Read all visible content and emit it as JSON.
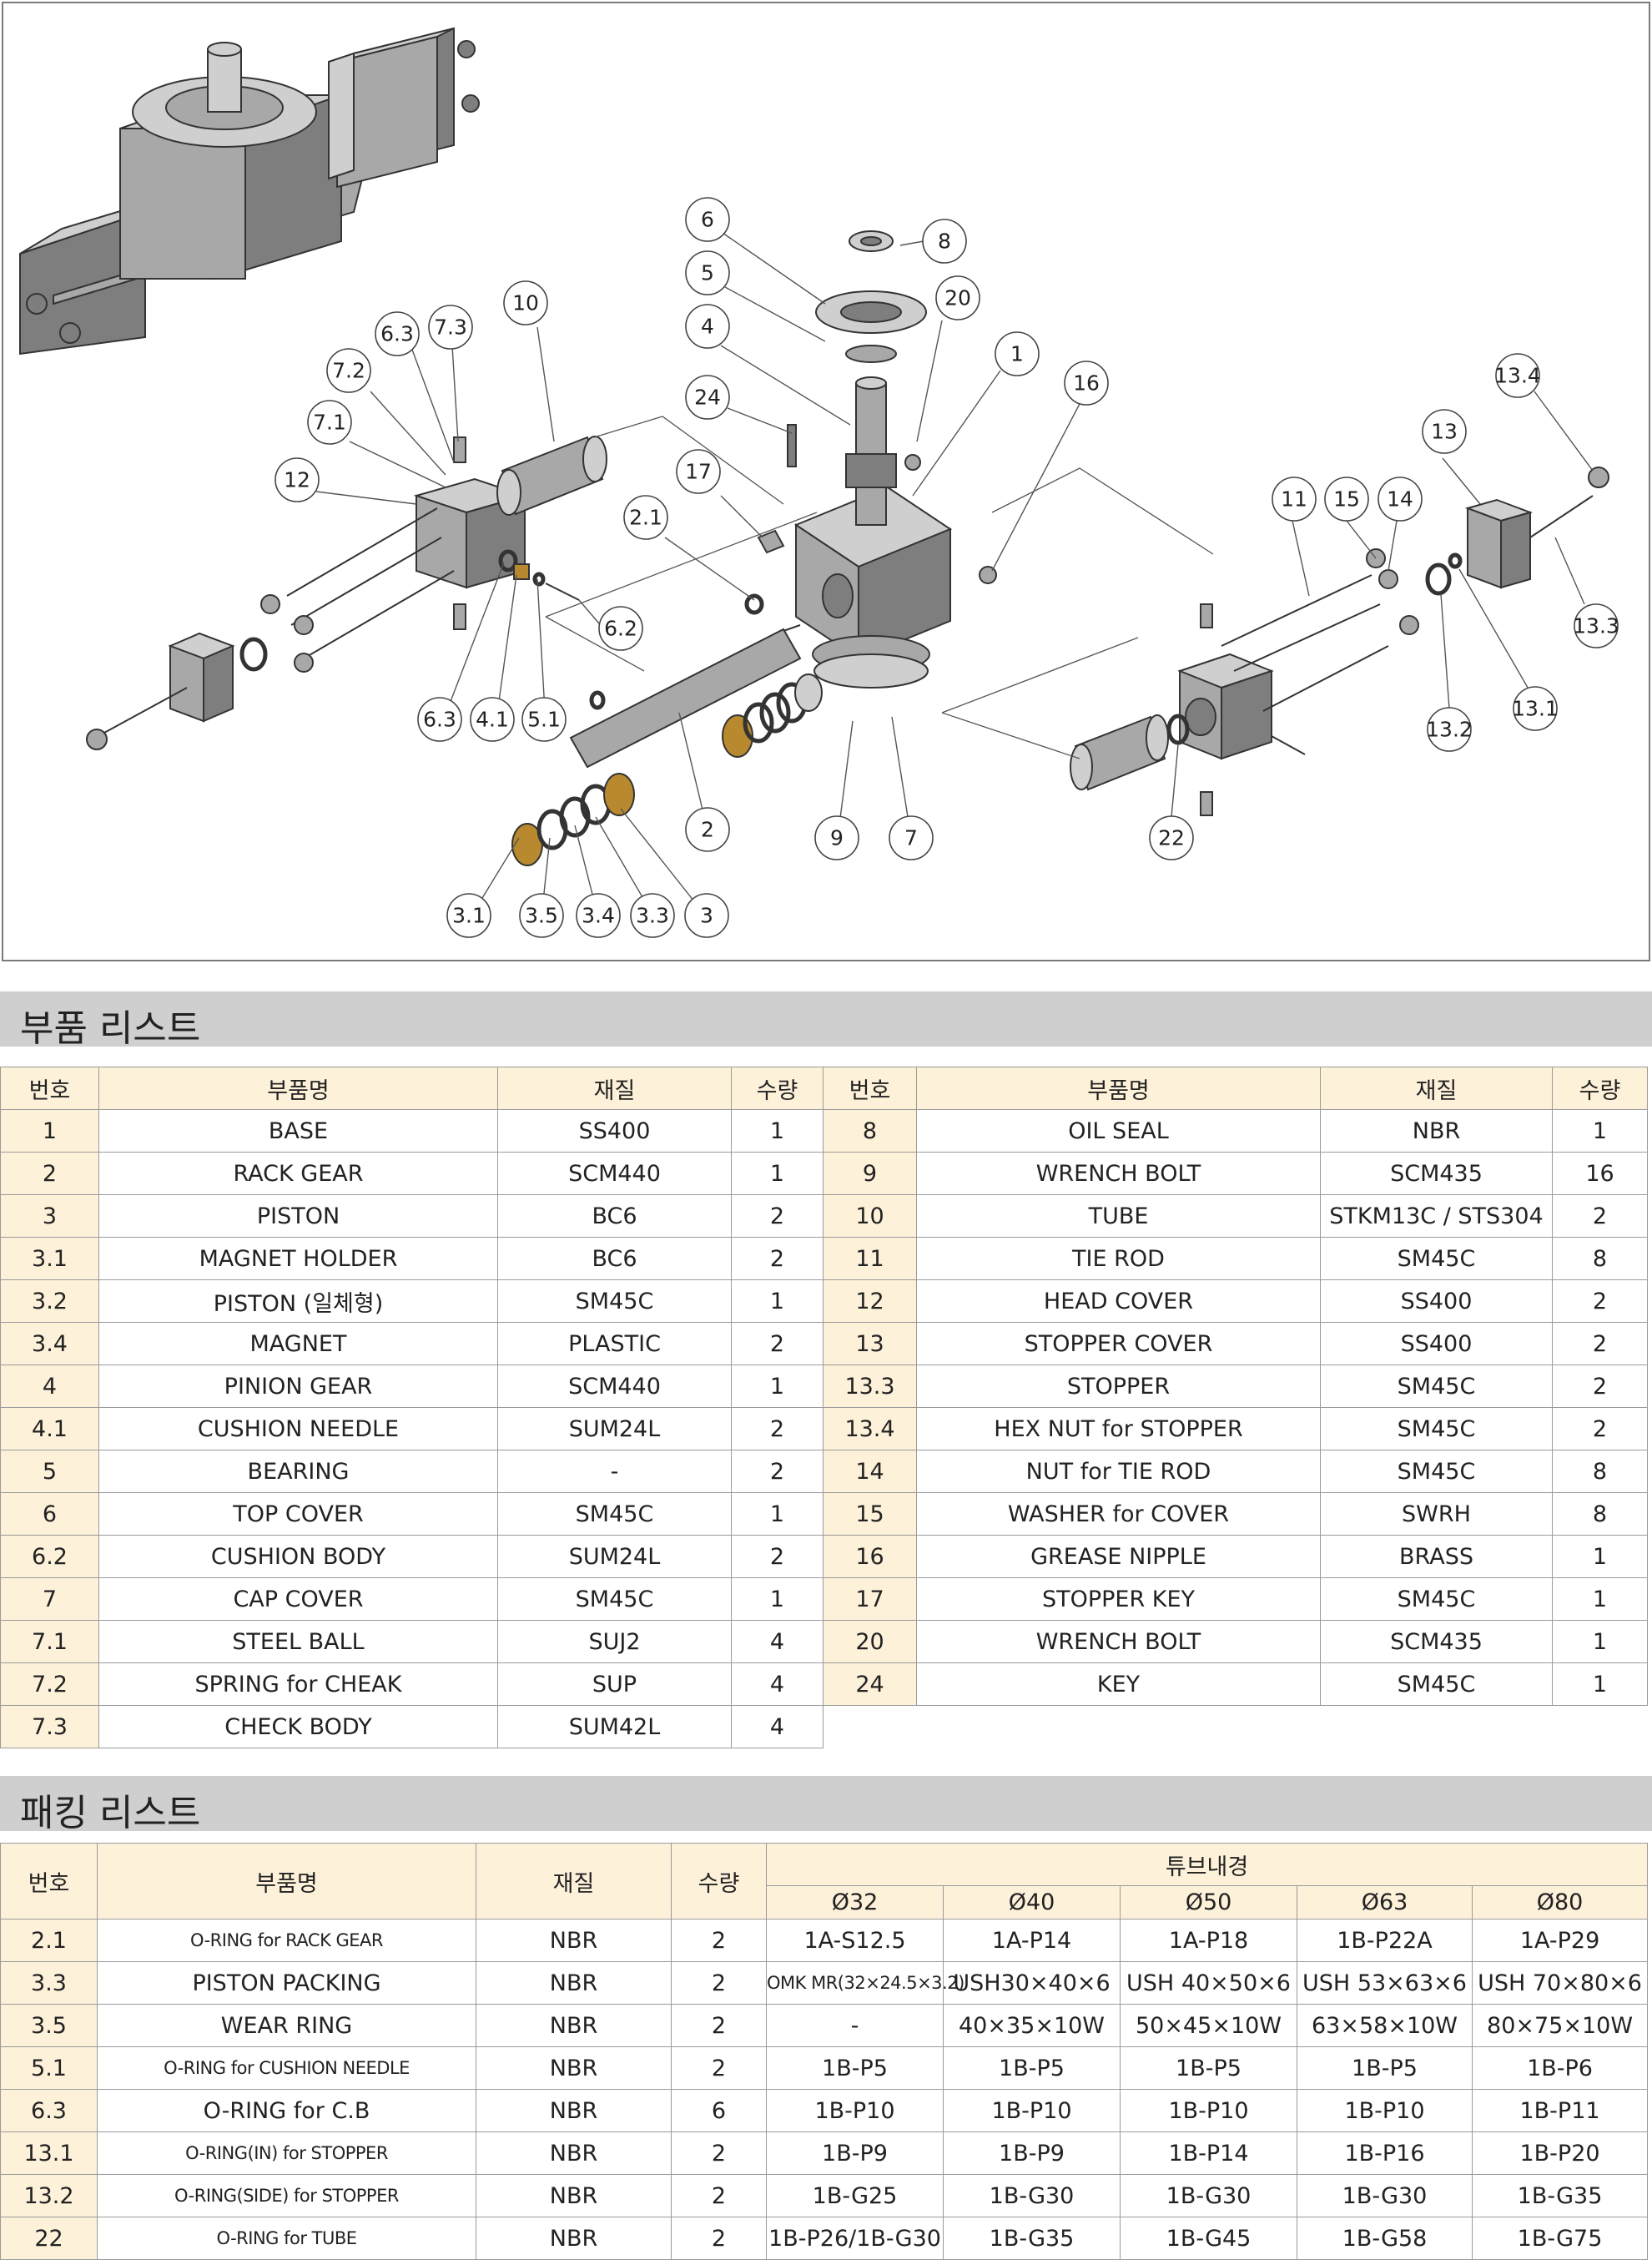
{
  "callouts": [
    {
      "id": "c6",
      "label": "6"
    },
    {
      "id": "c8",
      "label": "8"
    },
    {
      "id": "c5",
      "label": "5"
    },
    {
      "id": "c20",
      "label": "20"
    },
    {
      "id": "c4",
      "label": "4"
    },
    {
      "id": "c1",
      "label": "1"
    },
    {
      "id": "c16",
      "label": "16"
    },
    {
      "id": "c10",
      "label": "10"
    },
    {
      "id": "c63t",
      "label": "6.3"
    },
    {
      "id": "c73",
      "label": "7.3"
    },
    {
      "id": "c72",
      "label": "7.2"
    },
    {
      "id": "c71",
      "label": "7.1"
    },
    {
      "id": "c12",
      "label": "12"
    },
    {
      "id": "c24",
      "label": "24"
    },
    {
      "id": "c17",
      "label": "17"
    },
    {
      "id": "c21",
      "label": "2.1"
    },
    {
      "id": "c62",
      "label": "6.2"
    },
    {
      "id": "c63b",
      "label": "6.3"
    },
    {
      "id": "c41",
      "label": "4.1"
    },
    {
      "id": "c51",
      "label": "5.1"
    },
    {
      "id": "c2",
      "label": "2"
    },
    {
      "id": "c9",
      "label": "9"
    },
    {
      "id": "c7",
      "label": "7"
    },
    {
      "id": "c31",
      "label": "3.1"
    },
    {
      "id": "c35",
      "label": "3.5"
    },
    {
      "id": "c34",
      "label": "3.4"
    },
    {
      "id": "c33",
      "label": "3.3"
    },
    {
      "id": "c3",
      "label": "3"
    },
    {
      "id": "c134",
      "label": "13.4"
    },
    {
      "id": "c13",
      "label": "13"
    },
    {
      "id": "c11",
      "label": "11"
    },
    {
      "id": "c15",
      "label": "15"
    },
    {
      "id": "c14",
      "label": "14"
    },
    {
      "id": "c133",
      "label": "13.3"
    },
    {
      "id": "c132",
      "label": "13.2"
    },
    {
      "id": "c131",
      "label": "13.1"
    },
    {
      "id": "c22",
      "label": "22"
    }
  ],
  "parts_section": {
    "title": "부품 리스트",
    "headers": [
      "번호",
      "부품명",
      "재질",
      "수량",
      "번호",
      "부품명",
      "재질",
      "수량"
    ],
    "left_rows": [
      [
        "1",
        "BASE",
        "SS400",
        "1"
      ],
      [
        "2",
        "RACK GEAR",
        "SCM440",
        "1"
      ],
      [
        "3",
        "PISTON",
        "BC6",
        "2"
      ],
      [
        "3.1",
        "MAGNET HOLDER",
        "BC6",
        "2"
      ],
      [
        "3.2",
        "PISTON (일체형)",
        "SM45C",
        "1"
      ],
      [
        "3.4",
        "MAGNET",
        "PLASTIC",
        "2"
      ],
      [
        "4",
        "PINION GEAR",
        "SCM440",
        "1"
      ],
      [
        "4.1",
        "CUSHION NEEDLE",
        "SUM24L",
        "2"
      ],
      [
        "5",
        "BEARING",
        "-",
        "2"
      ],
      [
        "6",
        "TOP COVER",
        "SM45C",
        "1"
      ],
      [
        "6.2",
        "CUSHION BODY",
        "SUM24L",
        "2"
      ],
      [
        "7",
        "CAP COVER",
        "SM45C",
        "1"
      ],
      [
        "7.1",
        "STEEL BALL",
        "SUJ2",
        "4"
      ],
      [
        "7.2",
        "SPRING for CHEAK",
        "SUP",
        "4"
      ],
      [
        "7.3",
        "CHECK BODY",
        "SUM42L",
        "4"
      ]
    ],
    "right_rows": [
      [
        "8",
        "OIL SEAL",
        "NBR",
        "1"
      ],
      [
        "9",
        "WRENCH BOLT",
        "SCM435",
        "16"
      ],
      [
        "10",
        "TUBE",
        "STKM13C / STS304",
        "2"
      ],
      [
        "11",
        "TIE ROD",
        "SM45C",
        "8"
      ],
      [
        "12",
        "HEAD COVER",
        "SS400",
        "2"
      ],
      [
        "13",
        "STOPPER COVER",
        "SS400",
        "2"
      ],
      [
        "13.3",
        "STOPPER",
        "SM45C",
        "2"
      ],
      [
        "13.4",
        "HEX NUT for STOPPER",
        "SM45C",
        "2"
      ],
      [
        "14",
        "NUT for TIE ROD",
        "SM45C",
        "8"
      ],
      [
        "15",
        "WASHER for COVER",
        "SWRH",
        "8"
      ],
      [
        "16",
        "GREASE NIPPLE",
        "BRASS",
        "1"
      ],
      [
        "17",
        "STOPPER KEY",
        "SM45C",
        "1"
      ],
      [
        "20",
        "WRENCH BOLT",
        "SCM435",
        "1"
      ],
      [
        "24",
        "KEY",
        "SM45C",
        "1"
      ]
    ]
  },
  "packing_section": {
    "title": "패킹 리스트",
    "headers": [
      "번호",
      "부품명",
      "재질",
      "수량"
    ],
    "group_header": "튜브내경",
    "sizes": [
      "Ø32",
      "Ø40",
      "Ø50",
      "Ø63",
      "Ø80"
    ],
    "rows": [
      [
        "2.1",
        "O-RING for RACK GEAR",
        "NBR",
        "2",
        "1A-S12.5",
        "1A-P14",
        "1A-P18",
        "1B-P22A",
        "1A-P29"
      ],
      [
        "3.3",
        "PISTON PACKING",
        "NBR",
        "2",
        "OMK MR(32×24.5×3.2)",
        "USH30×40×6",
        "USH 40×50×6",
        "USH 53×63×6",
        "USH 70×80×6"
      ],
      [
        "3.5",
        "WEAR RING",
        "NBR",
        "2",
        "-",
        "40×35×10W",
        "50×45×10W",
        "63×58×10W",
        "80×75×10W"
      ],
      [
        "5.1",
        "O-RING for CUSHION NEEDLE",
        "NBR",
        "2",
        "1B-P5",
        "1B-P5",
        "1B-P5",
        "1B-P5",
        "1B-P6"
      ],
      [
        "6.3",
        "O-RING for C.B",
        "NBR",
        "6",
        "1B-P10",
        "1B-P10",
        "1B-P10",
        "1B-P10",
        "1B-P11"
      ],
      [
        "13.1",
        "O-RING(IN) for STOPPER",
        "NBR",
        "2",
        "1B-P9",
        "1B-P9",
        "1B-P14",
        "1B-P16",
        "1B-P20"
      ],
      [
        "13.2",
        "O-RING(SIDE) for STOPPER",
        "NBR",
        "2",
        "1B-G25",
        "1B-G30",
        "1B-G30",
        "1B-G30",
        "1B-G35"
      ],
      [
        "22",
        "O-RING for TUBE",
        "NBR",
        "2",
        "1B-P26/1B-G30",
        "1B-G35",
        "1B-G45",
        "1B-G58",
        "1B-G75"
      ]
    ]
  }
}
